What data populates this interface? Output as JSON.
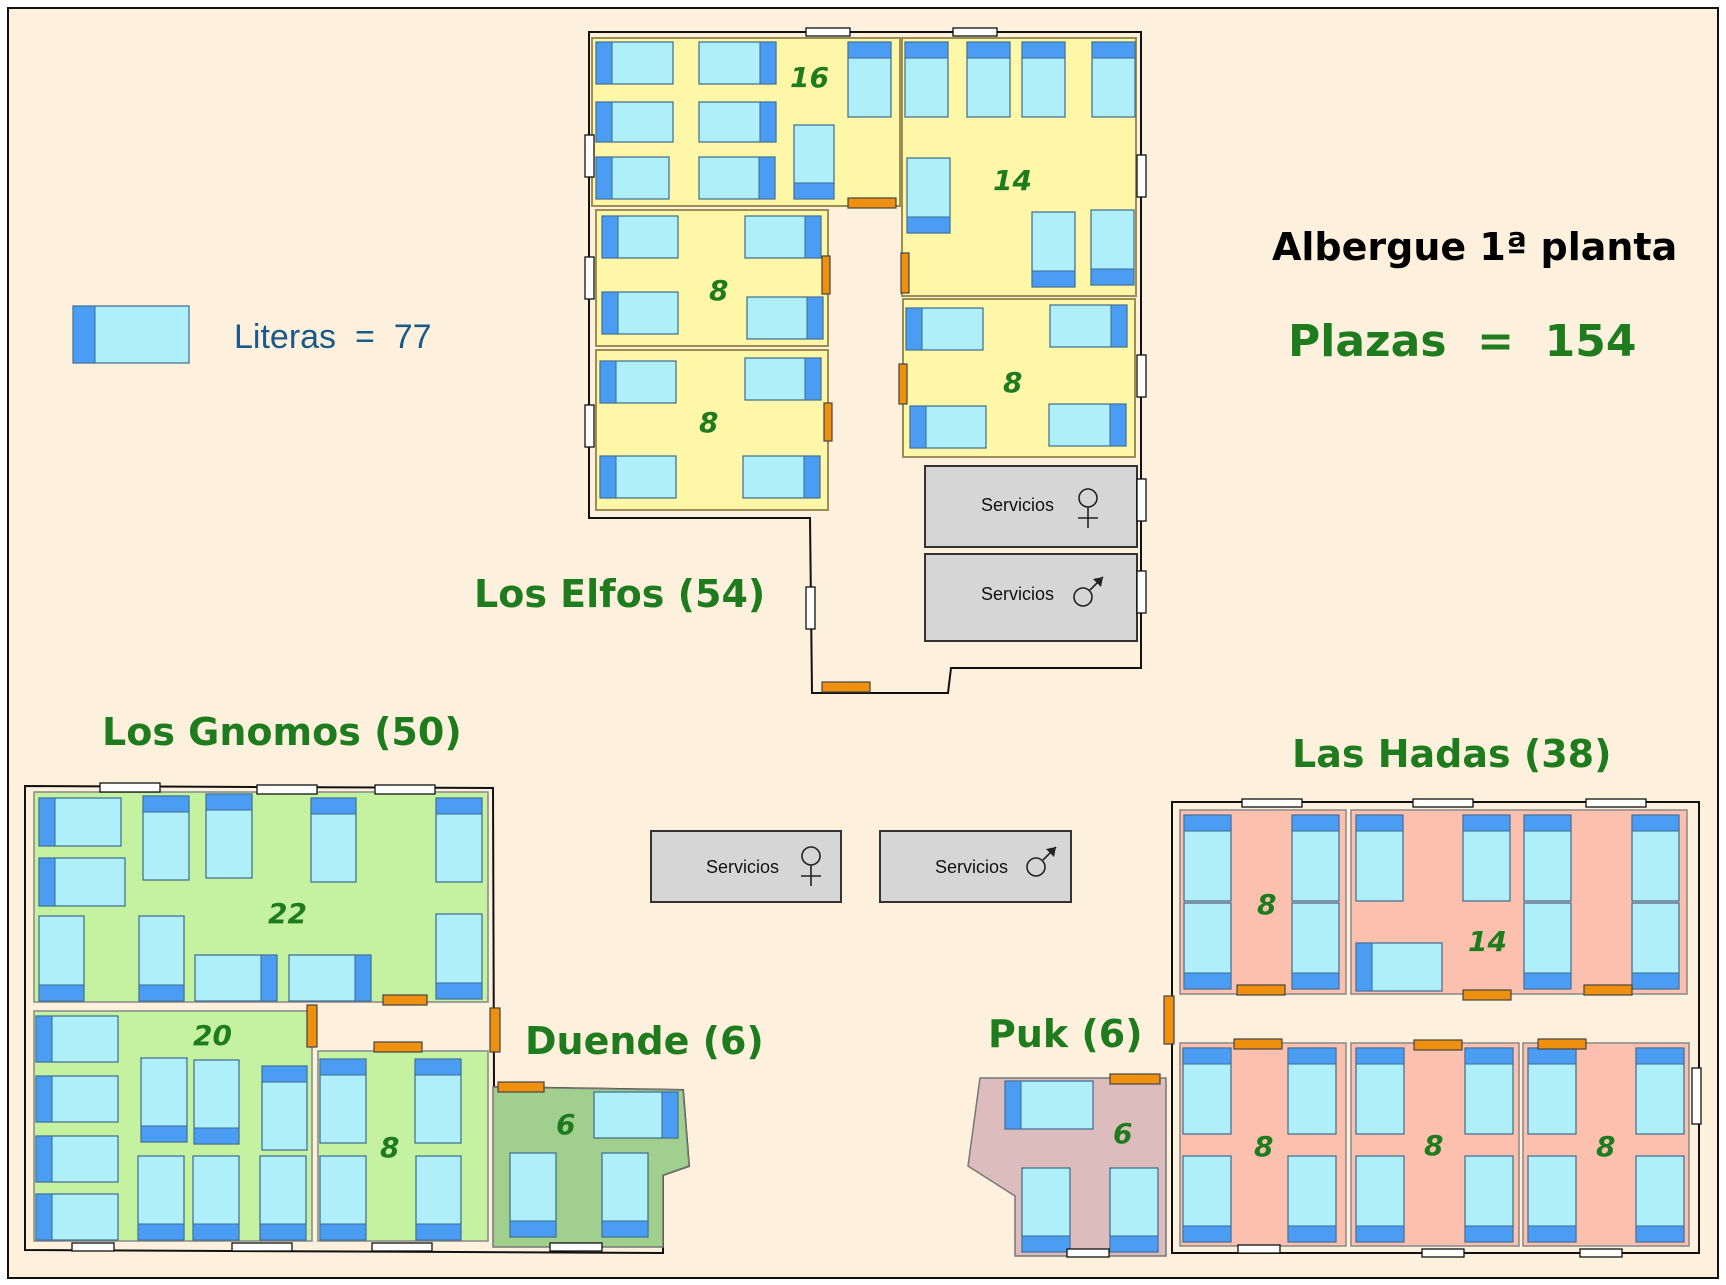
{
  "title": "Albergue 1ª planta",
  "total_places": "Plazas  =  154",
  "legend": {
    "label": "Literas  =  77"
  },
  "services_label": "Servicios",
  "icons": {
    "female": "female-symbol-icon",
    "male": "male-symbol-icon"
  },
  "colors": {
    "background": "#fdf0dc",
    "elfos_room": "#fff7a8",
    "gnomos_room": "#c5f2a0",
    "duende_room": "#a0cf8e",
    "hadas_room": "#fcc1ae",
    "puk_room": "#dcbcbc",
    "bed": "#aeeffa",
    "pillow": "#4a9df2",
    "door": "#f0900f",
    "services": "#d6d6d6",
    "label_green": "#1e7b1e"
  },
  "sections": {
    "elfos": {
      "label": "Los Elfos (54)",
      "rooms": [
        "16",
        "14",
        "8",
        "8",
        "8"
      ]
    },
    "gnomos": {
      "label": "Los Gnomos (50)",
      "rooms": [
        "22",
        "20",
        "8"
      ]
    },
    "duende": {
      "label": "Duende (6)",
      "rooms": [
        "6"
      ]
    },
    "puk": {
      "label": "Puk (6)",
      "rooms": [
        "6"
      ]
    },
    "hadas": {
      "label": "Las Hadas (38)",
      "rooms": [
        "8",
        "14",
        "8",
        "8",
        "8"
      ]
    }
  }
}
